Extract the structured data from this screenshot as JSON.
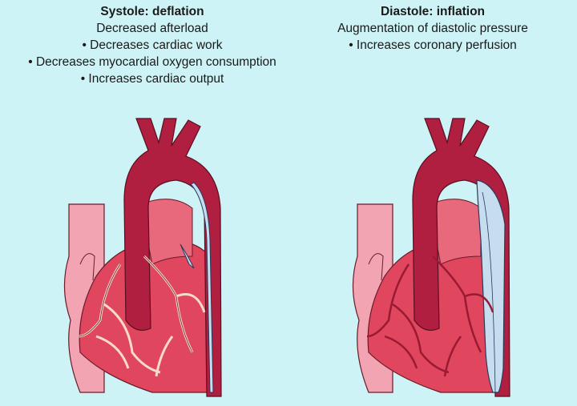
{
  "systole": {
    "title": "Systole: deflation",
    "subtitle": "Decreased afterload",
    "bullets": [
      "• Decreases cardiac work",
      "• Decreases myocardial oxygen consumption",
      "• Increases cardiac output"
    ]
  },
  "diastole": {
    "title": "Diastole: inflation",
    "subtitle": "Augmentation of diastolic pressure",
    "bullets": [
      "• Increases coronary perfusion"
    ]
  },
  "colors": {
    "background": "#cdf3f6",
    "aorta": "#b01e40",
    "heart": "#e0465e",
    "vena_cava": "#f2a4b2",
    "balloon": "#c6dcef"
  }
}
